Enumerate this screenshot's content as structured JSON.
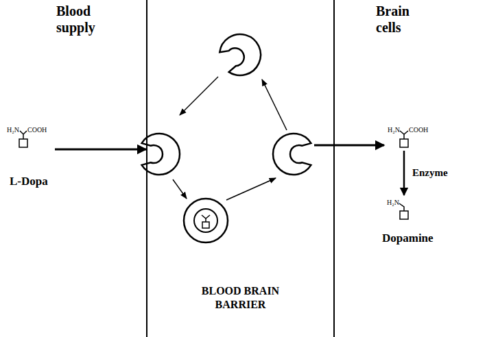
{
  "diagram": {
    "nodes": [
      {
        "text": [
          "BLOOD BRAIN BARRIER"
        ]
      },
      {
        "text": [
          "H₂N",
          "COOH",
          "L-Dopa"
        ]
      },
      {
        "text": [
          "H₂N",
          "COOH"
        ]
      },
      {
        "text": [
          "H₂N",
          "Dopamine"
        ]
      }
    ],
    "edges": [
      {
        "from": 1,
        "to": 0,
        "arrow": "to"
      },
      {
        "from": 0,
        "to": 2,
        "arrow": "to"
      },
      {
        "from": 2,
        "to": 3,
        "label": "Enzyme",
        "arrow": "to"
      }
    ],
    "labels": [
      "Blood supply",
      "Brain cells"
    ]
  }
}
